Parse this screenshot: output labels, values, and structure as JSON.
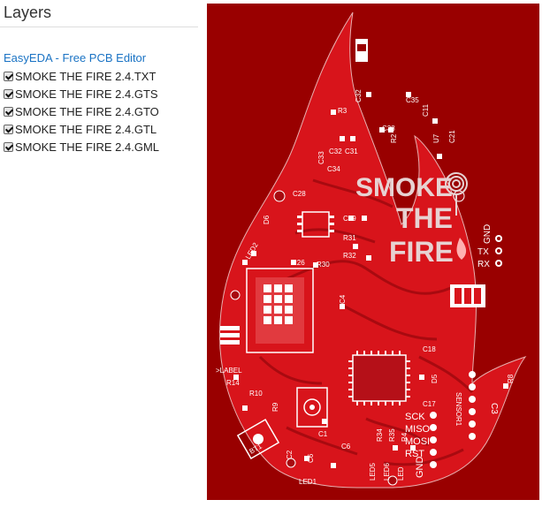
{
  "panel": {
    "title": "Layers",
    "editor_link": "EasyEDA - Free PCB Editor",
    "layers": [
      {
        "label": "SMOKE THE FIRE 2.4.TXT",
        "checked": true
      },
      {
        "label": "SMOKE THE FIRE 2.4.GTS",
        "checked": true
      },
      {
        "label": "SMOKE THE FIRE 2.4.GTO",
        "checked": true
      },
      {
        "label": "SMOKE THE FIRE 2.4.GTL",
        "checked": true
      },
      {
        "label": "SMOKE THE FIRE 2.4.GML",
        "checked": true
      }
    ]
  },
  "board": {
    "logo": [
      "SMOKE",
      "THE",
      "FIRE"
    ],
    "uart_pins": [
      "GND",
      "TX",
      "RX"
    ],
    "spi_pins": [
      "SCK",
      "MISO",
      "MOSI",
      "RST",
      "GND"
    ],
    "sensor_label": "SENSOR1",
    "designators": {
      "c33": "C33",
      "c32": "C32",
      "c31": "C31",
      "c34": "C34",
      "r3": "R3",
      "c35": "C35",
      "c11": "C11",
      "c38": "C38",
      "r2": "R2",
      "u7": "U7",
      "c21": "C21",
      "c28": "C28",
      "c29": "C29",
      "d6": "D6",
      "r31": "R31",
      "r32": "R32",
      "led2": "LED2",
      "r26": "R26",
      "r30": "R30",
      "c4": "C4",
      "c18": "C18",
      "label": ">LABEL",
      "r14": "R14",
      "r10": "R10",
      "r9": "R9",
      "r8": "R8",
      "c3": "C3",
      "c17": "C17",
      "c1": "C1",
      "bt1": "BT1",
      "c2": "C2",
      "c6": "C6",
      "led1": "LED1",
      "r34": "R34",
      "r35": "R35",
      "r4": "R4",
      "led5": "LED5",
      "led6": "LED6",
      "led": "LED",
      "c32b": "C32",
      "c6b": "C6",
      "d5": "D5"
    }
  }
}
